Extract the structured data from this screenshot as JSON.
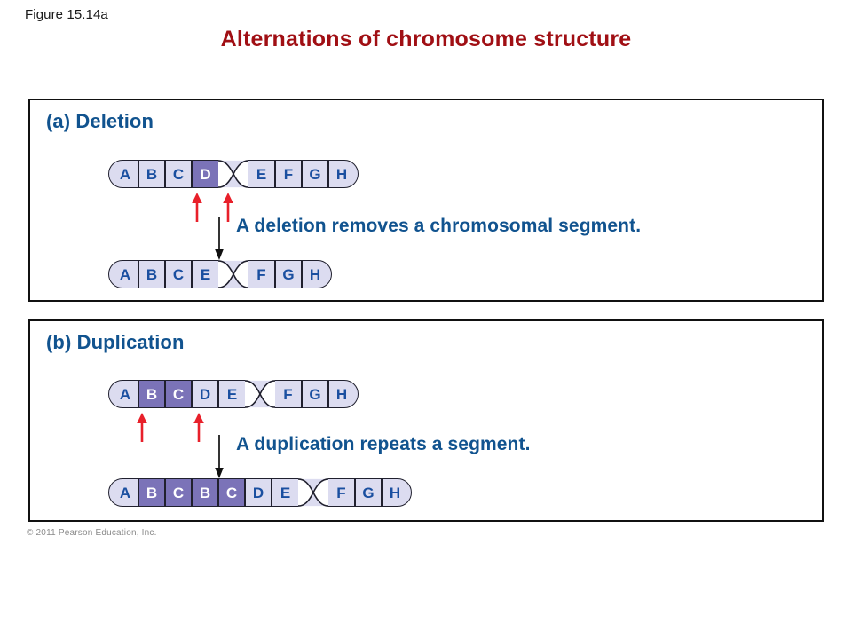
{
  "figure_label": "Figure 15.14a",
  "title": "Alternations of chromosome structure",
  "copyright": "© 2011 Pearson Education, Inc.",
  "colors": {
    "title_red": "#A00F14",
    "heading_blue": "#11538F",
    "segment_light": "#DCDCF0",
    "segment_dark": "#7B73B8",
    "letter_blue": "#1A4FA0",
    "letter_white": "#FFFFFF",
    "arrow_red": "#E8202A",
    "arrow_black": "#111111",
    "panel_border": "#111111"
  },
  "panels": [
    {
      "id": "deletion",
      "heading": "(a) Deletion",
      "caption": "A deletion removes a chromosomal segment.",
      "before": {
        "label": "original-chromosome",
        "segments": [
          {
            "letter": "A",
            "highlight": false
          },
          {
            "letter": "B",
            "highlight": false
          },
          {
            "letter": "C",
            "highlight": false
          },
          {
            "letter": "D",
            "highlight": true
          },
          {
            "letter": "E",
            "highlight": false
          },
          {
            "letter": "F",
            "highlight": false
          },
          {
            "letter": "G",
            "highlight": false
          },
          {
            "letter": "H",
            "highlight": false
          }
        ],
        "centromere_after_index": 4
      },
      "after": {
        "label": "resulting-chromosome",
        "segments": [
          {
            "letter": "A",
            "highlight": false
          },
          {
            "letter": "B",
            "highlight": false
          },
          {
            "letter": "C",
            "highlight": false
          },
          {
            "letter": "E",
            "highlight": false
          },
          {
            "letter": "F",
            "highlight": false
          },
          {
            "letter": "G",
            "highlight": false
          },
          {
            "letter": "H",
            "highlight": false
          }
        ],
        "centromere_after_index": 4
      },
      "breakpoint_markers": 2
    },
    {
      "id": "duplication",
      "heading": "(b) Duplication",
      "caption": "A duplication repeats a segment.",
      "before": {
        "label": "original-chromosome",
        "segments": [
          {
            "letter": "A",
            "highlight": false
          },
          {
            "letter": "B",
            "highlight": true
          },
          {
            "letter": "C",
            "highlight": true
          },
          {
            "letter": "D",
            "highlight": false
          },
          {
            "letter": "E",
            "highlight": false
          },
          {
            "letter": "F",
            "highlight": false
          },
          {
            "letter": "G",
            "highlight": false
          },
          {
            "letter": "H",
            "highlight": false
          }
        ],
        "centromere_after_index": 5
      },
      "after": {
        "label": "resulting-chromosome",
        "segments": [
          {
            "letter": "A",
            "highlight": false
          },
          {
            "letter": "B",
            "highlight": true
          },
          {
            "letter": "C",
            "highlight": true
          },
          {
            "letter": "B",
            "highlight": true
          },
          {
            "letter": "C",
            "highlight": true
          },
          {
            "letter": "D",
            "highlight": false
          },
          {
            "letter": "E",
            "highlight": false
          },
          {
            "letter": "F",
            "highlight": false
          },
          {
            "letter": "G",
            "highlight": false
          },
          {
            "letter": "H",
            "highlight": false
          }
        ],
        "centromere_after_index": 7
      },
      "breakpoint_markers": 2
    }
  ]
}
